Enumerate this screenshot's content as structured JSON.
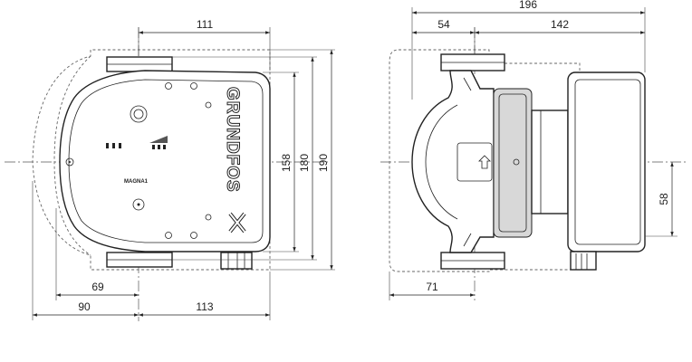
{
  "colors": {
    "line": "#222222",
    "shade": "#d8d8d8",
    "background": "#ffffff"
  },
  "front_view": {
    "brand": "GRUNDFOS",
    "model": "MAGNA1",
    "dimensions": {
      "top_width": "111",
      "height_inner": "158",
      "height_mid": "180",
      "height_outer": "190",
      "bottom_left_short": "69",
      "bottom_left_long": "90",
      "bottom_right": "113"
    }
  },
  "side_view": {
    "dimensions": {
      "total_width": "196",
      "left_segment": "54",
      "right_segment": "142",
      "axis_offset": "58",
      "bottom_left": "71"
    }
  }
}
